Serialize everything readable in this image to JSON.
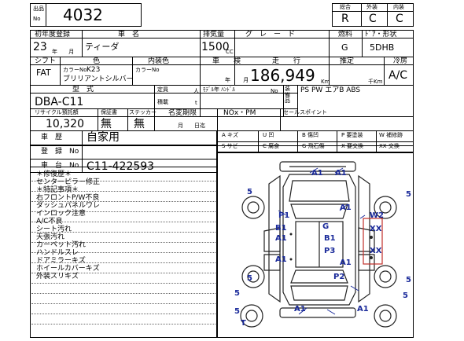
{
  "lot": {
    "label_top": "出品",
    "label_bottom": "No",
    "number": "4032"
  },
  "ratings": {
    "overall_label": "総合",
    "exterior_label": "外装",
    "interior_label": "内装",
    "overall": "R",
    "exterior": "C",
    "interior": "C"
  },
  "row1": {
    "year_label": "初年度登録",
    "year": "23",
    "month_label": "年 月",
    "model_label": "車　名",
    "model": "ティーダ",
    "cc_label": "排気量",
    "cc": "1500",
    "cc_unit": "CC",
    "grade_label": "グ　レ　ー　ド",
    "grade": "",
    "fuel_label": "燃料",
    "fuel": "G",
    "door_label": "ﾄﾞｱ・形状",
    "door": "5DHB"
  },
  "row2": {
    "shift_label": "シフト",
    "shift": "FAT",
    "color_label": "色",
    "color_no_label": "カラーNo",
    "color_no": "K23",
    "color_name": "ブリリアントシルバー",
    "interior_label": "内装色",
    "interior_no_label": "カラーNo",
    "inspection_label": "車　　検",
    "inspection_unit": "年 月",
    "mileage_label": "走　　行",
    "mileage": "186,949",
    "mileage_unit": "Km",
    "estimate_label": "推定",
    "estimate_unit": "千Km",
    "ac_label": "冷房",
    "ac": "A/C"
  },
  "row3": {
    "type_label": "型　式",
    "type": "DBA-C11",
    "capacity_label": "定員",
    "capacity_unit": "人",
    "load_label": "積載",
    "load_unit": "t",
    "model_handle_label": "ﾓﾃﾞﾙ年 ﾊﾝﾄﾞﾙ",
    "handle": "No",
    "equip_label": "装備品",
    "equip": "PS PW エアB ABS"
  },
  "row4": {
    "recycle_label": "リサイクル預託額",
    "recycle": "10,320",
    "warranty_label": "保証書",
    "warranty": "無",
    "sticker_label": "ステッカー",
    "sticker": "無",
    "name_change_label": "名変期限",
    "name_change_unit": "月　　日迄",
    "nox_label": "NOx・PM",
    "sales_label": "セールスポイント"
  },
  "history": {
    "label": "車　歴",
    "value": "自家用"
  },
  "registration": {
    "label": "登　録　No",
    "value": ""
  },
  "chassis": {
    "label": "車　台　No",
    "value": "C11-422593"
  },
  "legend": [
    [
      "A キズ",
      "U 凹",
      "B 傷凹",
      "P 要塗装",
      "W 補修跡"
    ],
    [
      "S サビ",
      "C 腐食",
      "G 飛石傷",
      "X 要交換",
      "XX 交換"
    ]
  ],
  "notes": [
    "＊修復歴＊",
    "センターピラー修正",
    "＊特記事項＊",
    "右フロントP/W不良",
    "ダッシュパネルワレ",
    "インロック注意",
    "A/C不良",
    "シート汚れ",
    "天張汚れ",
    "カーペット汚れ",
    "ハンドルスレ",
    "ドアミラーキズ",
    "ホイールカバーキズ",
    "外装スリキズ"
  ],
  "diagram": {
    "codes": {
      "front_a1_left": "A1",
      "front_a1_right": "A1",
      "wheel_fl": "5",
      "wheel_fr": "5",
      "p1": "P1",
      "hood_a1": "A1",
      "w2": "W2",
      "b1_left": "B1",
      "a1_left_front": "A1",
      "g_roof": "G",
      "b1_center": "B1",
      "xx_upper": "XX",
      "p3": "P3",
      "a1_left_rear": "A1",
      "xx_lower": "XX",
      "a1_right_rear": "A1",
      "wheel_rl": "5",
      "wheel_rr": "5",
      "p2": "P2",
      "rear_a1_left": "A1",
      "rear_a1_right": "A1",
      "tire_label": "T"
    }
  }
}
